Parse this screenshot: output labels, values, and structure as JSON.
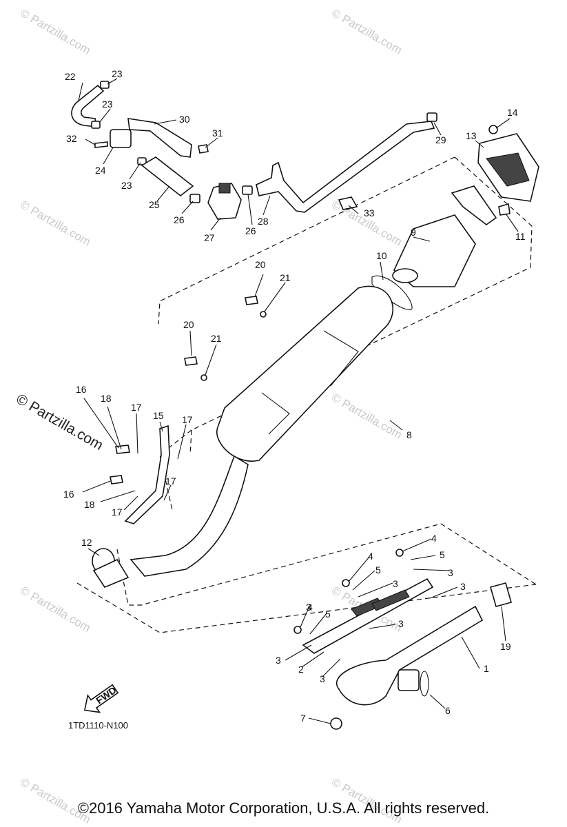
{
  "diagram": {
    "drawing_code": "1TD1110-N100",
    "copyright": "©2016  Yamaha Motor Corporation, U.S.A. All rights reserved.",
    "fwd_label": "FWD",
    "watermark": "© Partzilla.com",
    "callouts": [
      "1",
      "2",
      "3",
      "3",
      "3",
      "3",
      "3",
      "3",
      "3",
      "4",
      "4",
      "4",
      "5",
      "5",
      "5",
      "6",
      "7",
      "8",
      "9",
      "10",
      "11",
      "12",
      "13",
      "14",
      "15",
      "16",
      "16",
      "17",
      "17",
      "17",
      "17",
      "18",
      "18",
      "19",
      "20",
      "20",
      "21",
      "21",
      "22",
      "23",
      "23",
      "23",
      "24",
      "25",
      "26",
      "26",
      "27",
      "28",
      "29",
      "30",
      "31",
      "32",
      "33"
    ]
  }
}
